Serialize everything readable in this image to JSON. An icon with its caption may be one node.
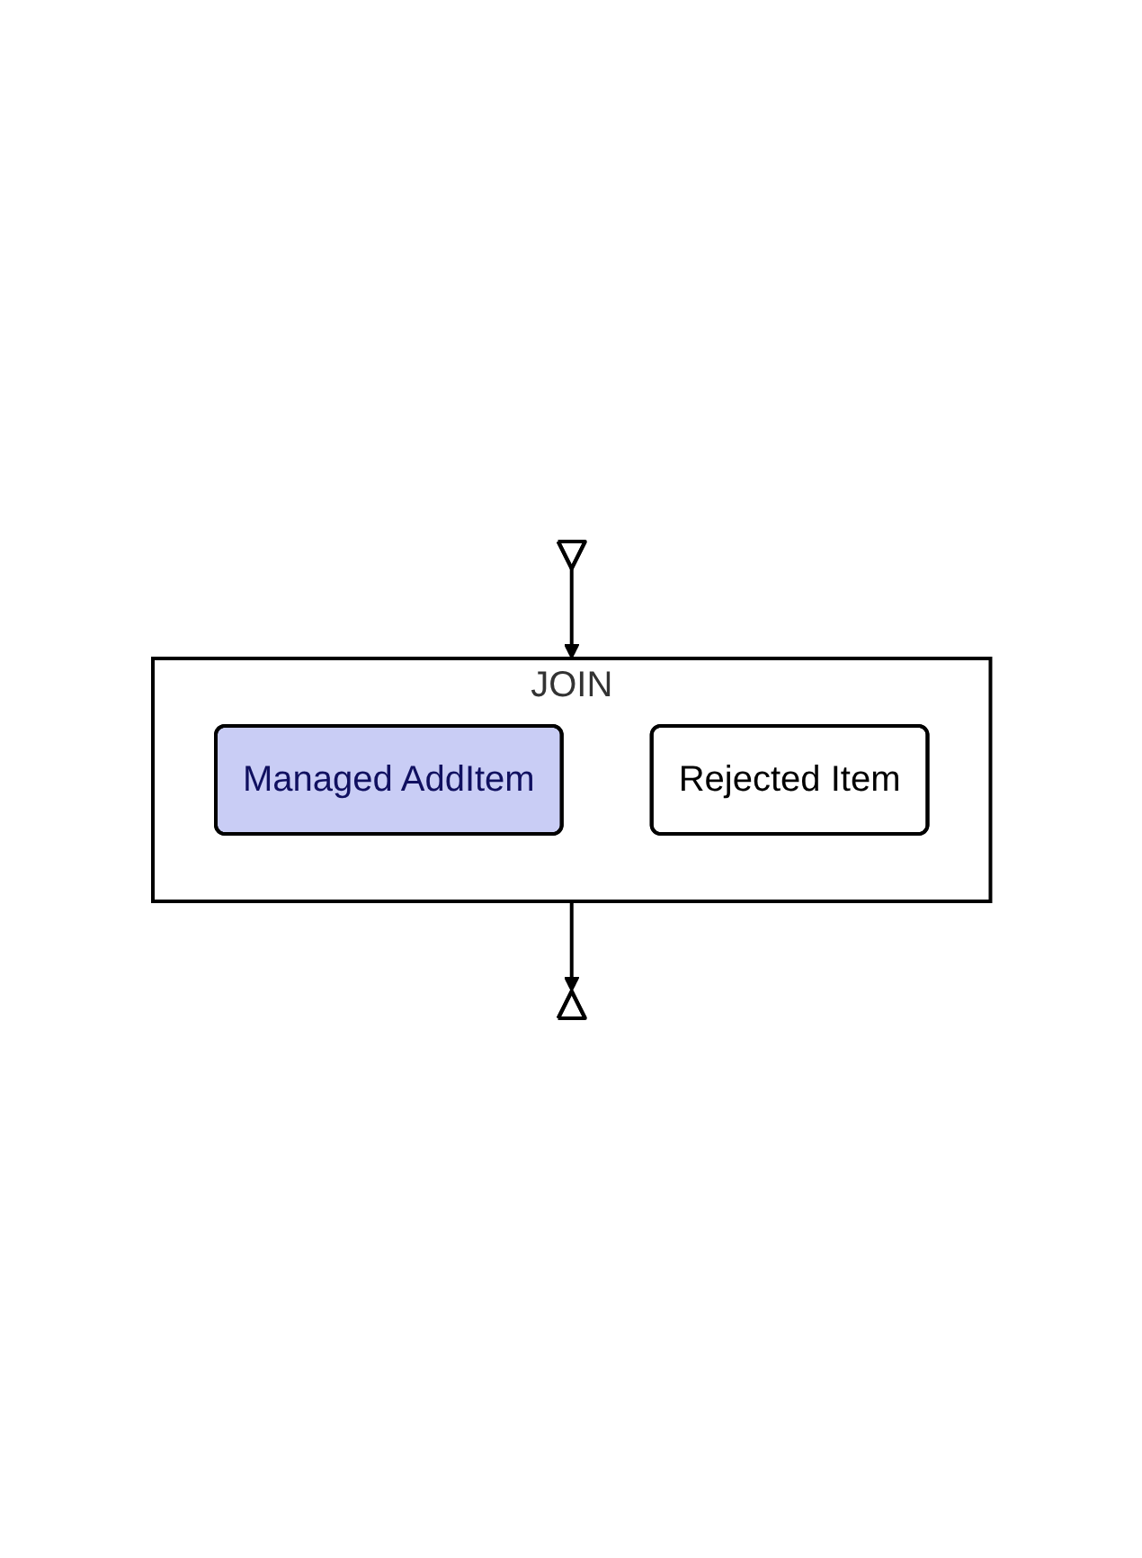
{
  "diagram": {
    "nodes": [
      {
        "text": [],
        "shape": "triangle"
      },
      {
        "text": [
          "JOIN"
        ]
      },
      {
        "text": [
          "Managed AddItem"
        ],
        "in": 1
      },
      {
        "text": [
          "Rejected Item"
        ],
        "in": 1
      },
      {
        "text": [],
        "shape": "triangle"
      }
    ],
    "edges": [
      {
        "from": 0,
        "to": 1,
        "arrow": "to"
      },
      {
        "from": 1,
        "to": 4,
        "arrow": "to"
      }
    ]
  }
}
